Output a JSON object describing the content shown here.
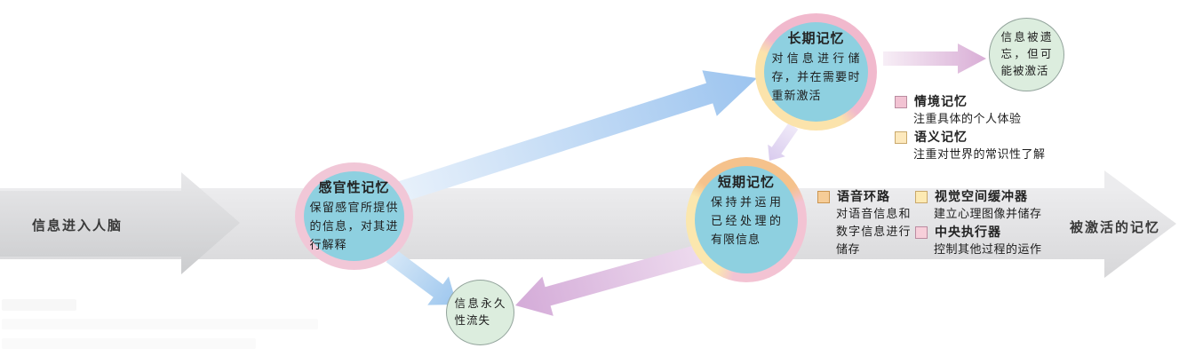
{
  "flow_band": {
    "input_label": "信息进入人脑",
    "output_label": "被激活的记忆"
  },
  "nodes": {
    "sensory_memory": {
      "title": "感官性记忆",
      "body": "保留感官所提供的信息，对其进行解释"
    },
    "long_term_memory": {
      "title": "长期记忆",
      "body": "对信息进行储存，并在需要时重新激活"
    },
    "short_term_memory": {
      "title": "短期记忆",
      "body": "保持并运用已经处理的有限信息"
    },
    "forgotten_info": {
      "body": "信息被遗忘，但可能被激活"
    },
    "lost_info": {
      "body": "信息永久性流失"
    }
  },
  "long_term_legend": {
    "items": [
      {
        "title": "情境记忆",
        "desc": "注重具体的个人体验",
        "swatch": "#f2c3d3",
        "swatch_border": "#b98ca0"
      },
      {
        "title": "语义记忆",
        "desc": "注重对世界的常识性了解",
        "swatch": "#fde9bd",
        "swatch_border": "#c9a86b"
      }
    ]
  },
  "short_term_legend": {
    "items": [
      {
        "title": "语音环路",
        "desc": "对语音信息和数字信息进行储存",
        "swatch": "#f6cc97",
        "swatch_border": "#cb9551"
      },
      {
        "title": "视觉空间缓冲器",
        "desc": "建立心理图像并储存",
        "swatch": "#fdeab3",
        "swatch_border": "#c9a86b"
      },
      {
        "title": "中央执行器",
        "desc": "控制其他过程的运作",
        "swatch": "#f7cfda",
        "swatch_border": "#bb8ba0"
      }
    ]
  },
  "colors": {
    "circle_fill": "#8ed0e0",
    "ring_pink": "#f1c7d7",
    "ring_orange": "#f5c28c",
    "ring_cream": "#fbe7ae",
    "mint_fill": "#dcedde",
    "band_gray": "#e0e0e2",
    "blue_arrow": "#9cc4ef",
    "purple_arrow": "#d9aed6",
    "lavender_arrow": "#d9cbee"
  }
}
